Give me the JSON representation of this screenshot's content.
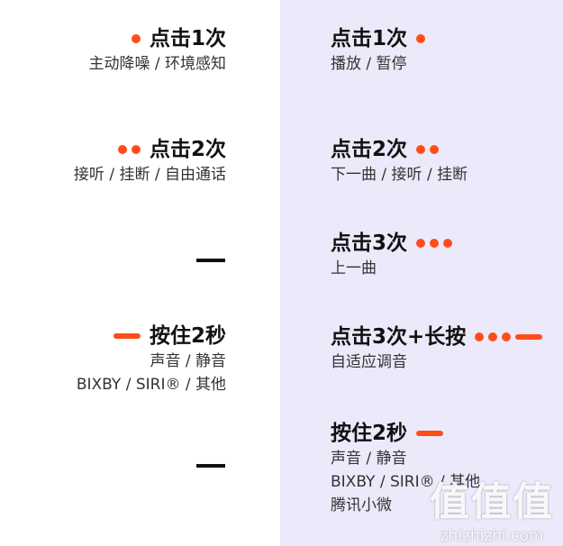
{
  "left": [
    {
      "title": "点击1次",
      "lines": [
        "主动降噪 / 环境感知"
      ],
      "marker": "dot1"
    },
    {
      "title": "点击2次",
      "lines": [
        "接听 / 挂断 / 自由通话"
      ],
      "marker": "dot2"
    },
    {
      "title": "按住2秒",
      "lines": [
        "声音 / 静音",
        "BIXBY / SIRI® / 其他"
      ],
      "marker": "dash"
    }
  ],
  "right": [
    {
      "title": "点击1次",
      "lines": [
        "播放 / 暂停"
      ],
      "marker": "dot1"
    },
    {
      "title": "点击2次",
      "lines": [
        "下一曲 / 接听 / 挂断"
      ],
      "marker": "dot2"
    },
    {
      "title": "点击3次",
      "lines": [
        "上一曲"
      ],
      "marker": "dot3"
    },
    {
      "title": "点击3次+长按",
      "lines": [
        "自适应调音"
      ],
      "marker": "dot3dash"
    },
    {
      "title": "按住2秒",
      "lines": [
        "声音 / 静音",
        "BIXBY / SIRI® / 其他",
        "腾讯小微"
      ],
      "marker": "dash"
    }
  ],
  "watermark": {
    "main": "值值值",
    "site": "zhizhizhi.com"
  },
  "colors": {
    "accent": "#ff4d1a",
    "panel": "#ece9fb"
  }
}
